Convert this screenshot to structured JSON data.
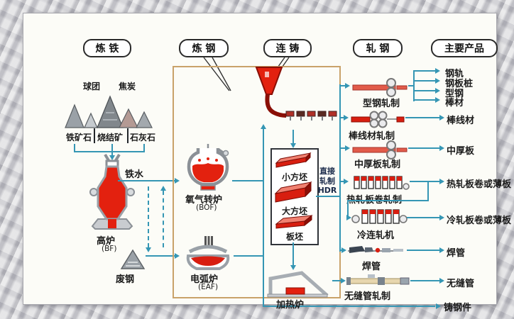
{
  "title_stages": {
    "ironmaking": "炼 铁",
    "steelmaking": "炼 钢",
    "continuous_casting": "连 铸",
    "rolling": "轧 钢",
    "main_products": "主要产品"
  },
  "raw_materials": {
    "pellet": "球团",
    "coke": "焦炭",
    "iron_ore": "铁矿石",
    "sinter": "烧结矿",
    "limestone": "石灰石"
  },
  "ironmaking": {
    "blast_furnace": "高炉",
    "blast_furnace_abbr": "(BF)",
    "hot_metal": "铁水",
    "scrap_steel": "废钢"
  },
  "steelmaking": {
    "bof": "氧气转炉",
    "bof_abbr": "(BOF)",
    "eaf": "电弧炉",
    "eaf_abbr": "(EAF)"
  },
  "casting": {
    "billet": "小方坯",
    "bloom": "大方坯",
    "slab": "板坯",
    "direct_rolling_l1": "直接",
    "direct_rolling_l2": "轧制",
    "direct_rolling_l3": "HDR",
    "reheating_furnace": "加热炉"
  },
  "mills": {
    "section_mill": "型钢轧制",
    "bar_wire_mill": "棒线材轧制",
    "plate_mill": "中厚板轧制",
    "hot_strip_mill": "热轧板卷轧制",
    "cold_tandem_mill": "冷连轧机",
    "pipe_welding": "焊管",
    "seamless_pipe_mill": "无缝管轧制"
  },
  "products": {
    "rail": "钢轨",
    "sheet_pile": "钢板桩",
    "section_steel": "型钢",
    "bar": "棒材",
    "bar_wire": "棒线材",
    "medium_plate": "中厚板",
    "hot_rolled_coil": "热轧板卷或薄板",
    "cold_rolled_coil": "冷轧板卷或薄板",
    "welded_pipe": "焊管",
    "seamless_pipe": "无缝管",
    "steel_castings": "铸钢件"
  },
  "colors": {
    "flow_line": "#3596b4",
    "steelmaking_box_border": "#c9a26a",
    "hot_metal_red": "#e3210f",
    "metal_gray": "#a7adb3"
  }
}
